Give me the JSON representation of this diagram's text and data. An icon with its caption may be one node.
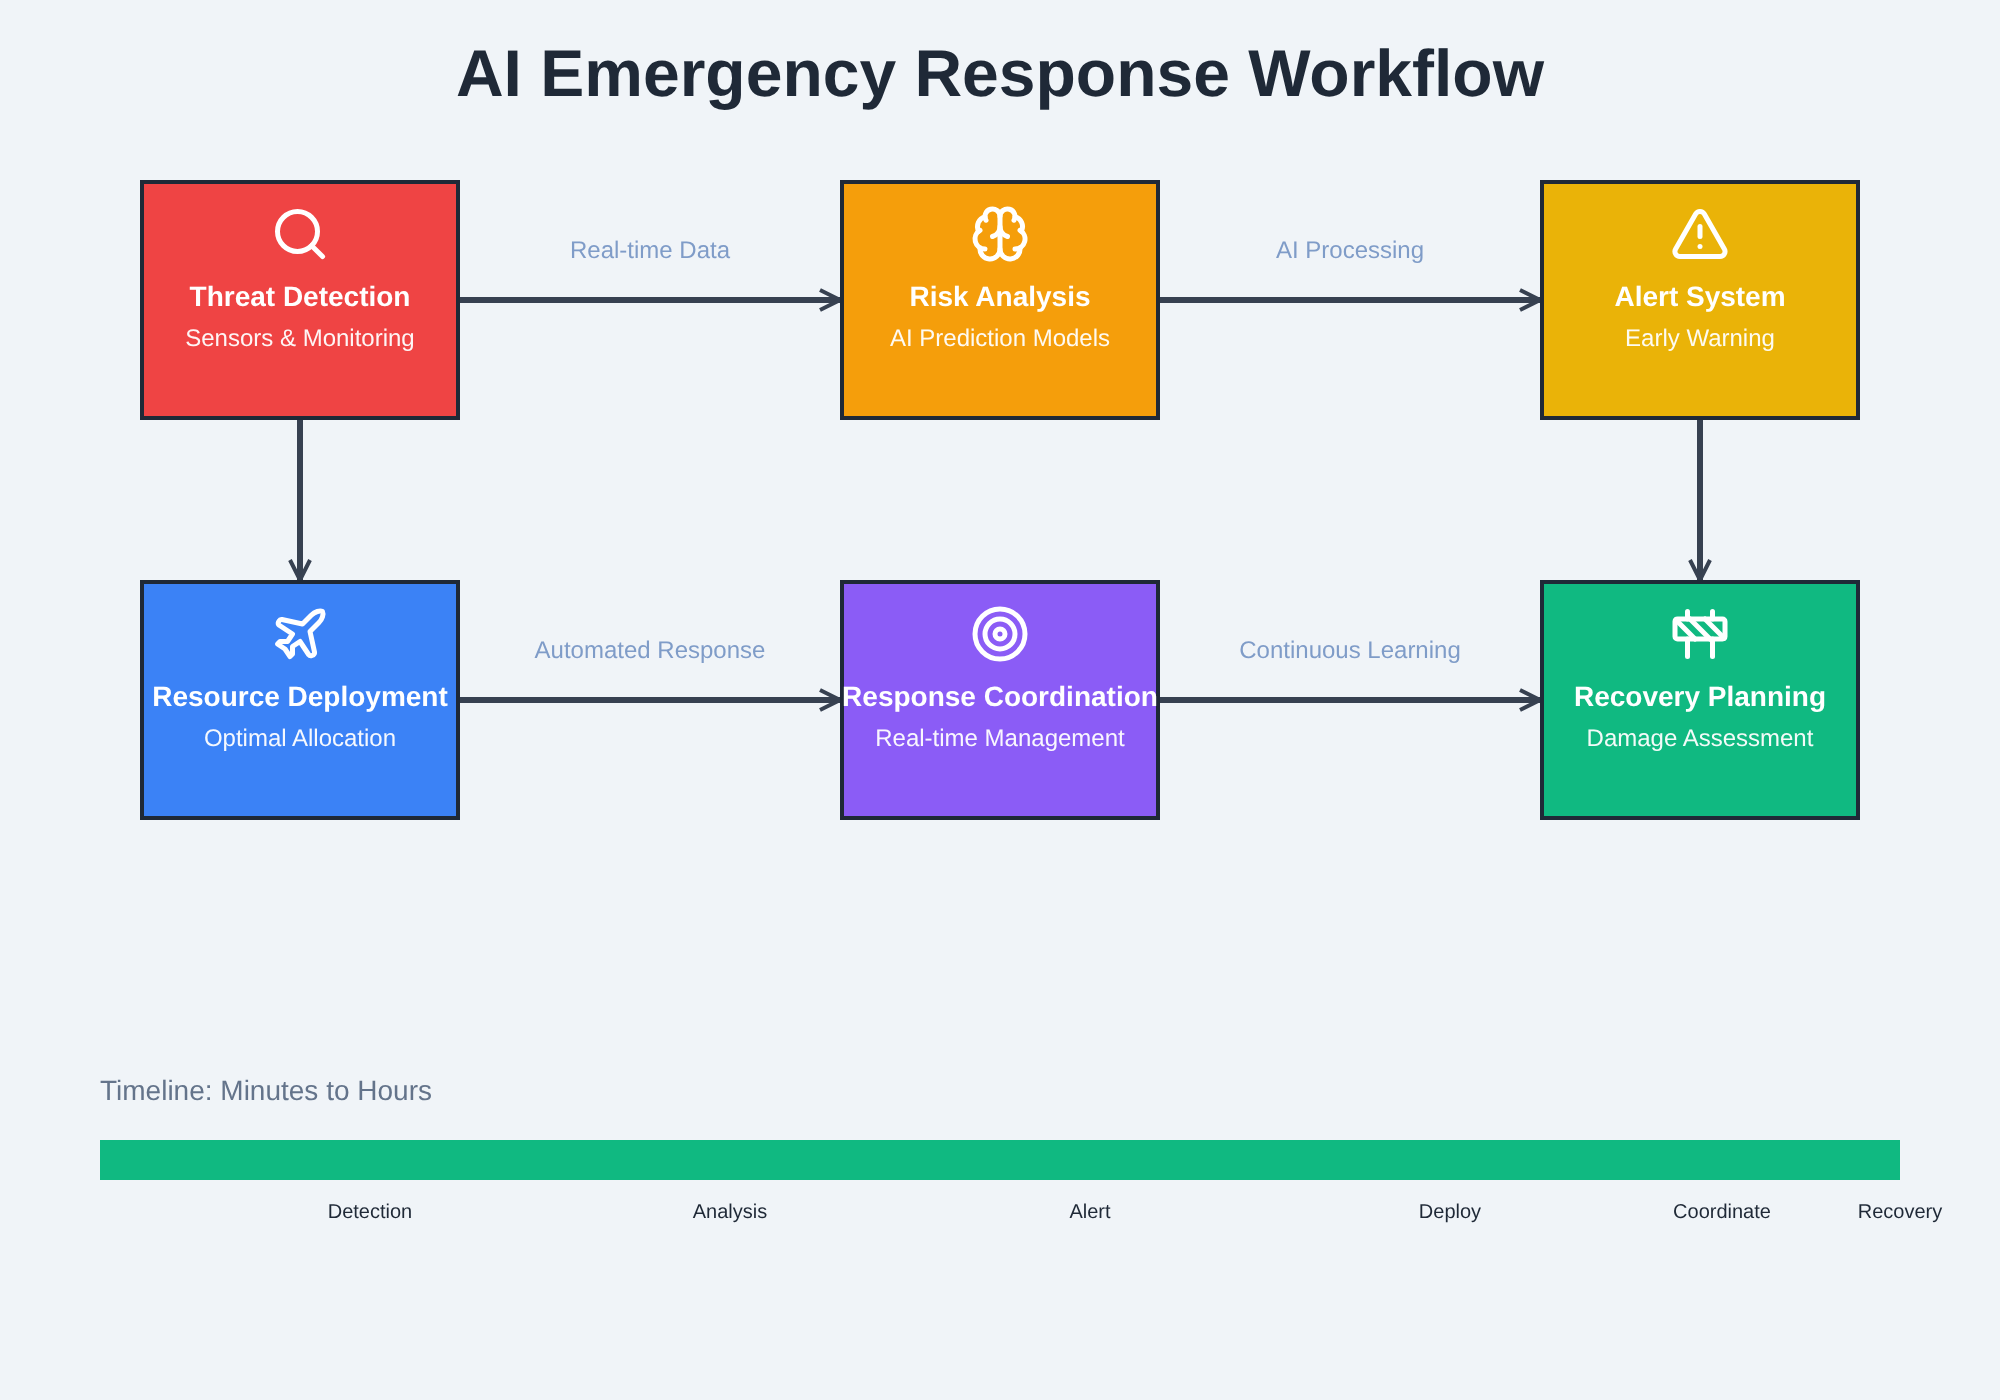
{
  "diagram": {
    "title": "AI Emergency Response Workflow",
    "nodes": [
      {
        "text": [
          "Threat Detection",
          "Sensors & Monitoring"
        ]
      },
      {
        "text": [
          "Risk Analysis",
          "AI Prediction Models"
        ]
      },
      {
        "text": [
          "Alert System",
          "Early Warning"
        ]
      },
      {
        "text": [
          "Resource Deployment",
          "Optimal Allocation"
        ]
      },
      {
        "text": [
          "Response Coordination",
          "Real-time Management"
        ]
      },
      {
        "text": [
          "Recovery Planning",
          "Damage Assessment"
        ]
      },
      {
        "text": [],
        "shape": "bar"
      }
    ],
    "edges": [
      {
        "from": 0,
        "to": 1,
        "arrow": "to",
        "label": "Real-time Data"
      },
      {
        "from": 1,
        "to": 2,
        "arrow": "to",
        "label": "AI Processing"
      },
      {
        "from": 0,
        "to": 3,
        "arrow": "to"
      },
      {
        "from": 2,
        "to": 5,
        "arrow": "to"
      },
      {
        "from": 3,
        "to": 4,
        "arrow": "to",
        "label": "Automated Response"
      },
      {
        "from": 4,
        "to": 5,
        "arrow": "to",
        "label": "Continuous Learning"
      }
    ],
    "labels": [
      "Timeline: Minutes to Hours",
      "Detection",
      "Analysis",
      "Alert",
      "Deploy",
      "Coordinate",
      "Recovery"
    ]
  }
}
